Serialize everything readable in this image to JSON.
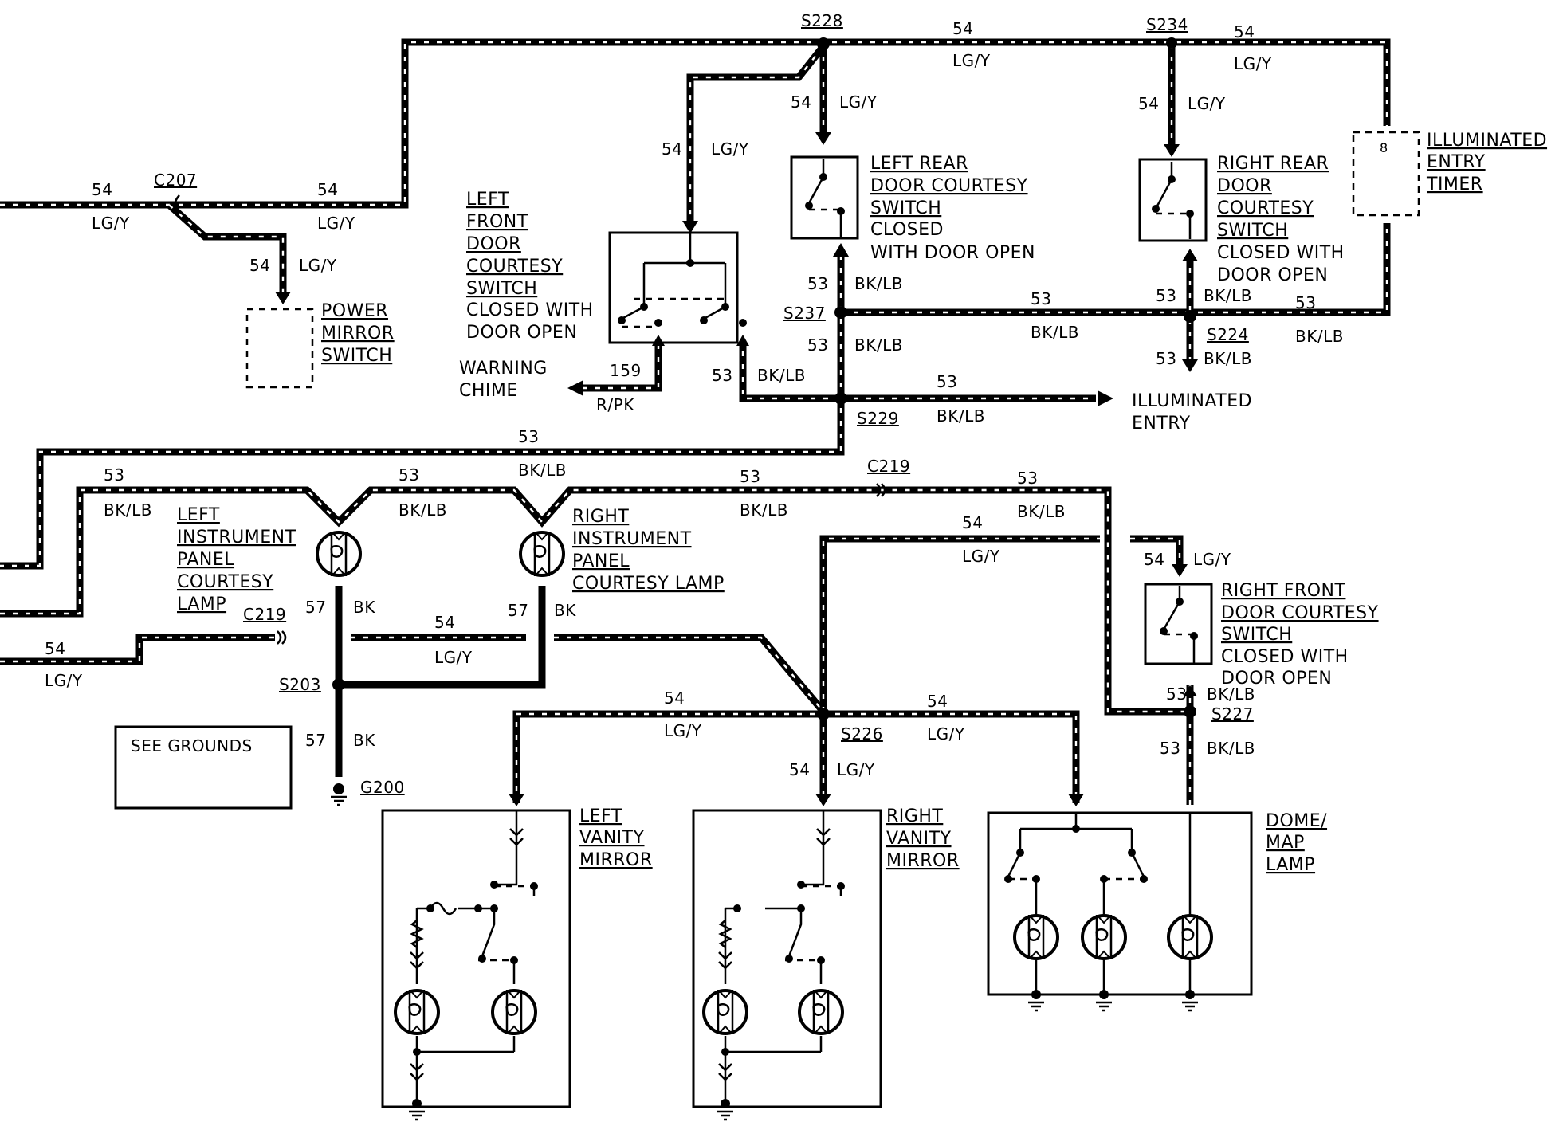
{
  "wires": {
    "c54": "54",
    "c53": "53",
    "c57": "57",
    "c159": "159",
    "lgy": "LG/Y",
    "bklb": "BK/LB",
    "bk": "BK",
    "rpk": "R/PK",
    "pin8": "8"
  },
  "splices": {
    "s228": "S228",
    "s234": "S234",
    "s237": "S237",
    "s224": "S224",
    "s229": "S229",
    "s203": "S203",
    "s226": "S226",
    "s227": "S227",
    "c207": "C207",
    "c219": "C219",
    "g200": "G200"
  },
  "components": {
    "power_mirror": [
      "POWER",
      "MIRROR",
      "SWITCH"
    ],
    "left_front": [
      "LEFT",
      "FRONT",
      "DOOR",
      "COURTESY",
      "SWITCH",
      "CLOSED WITH",
      "DOOR OPEN"
    ],
    "left_rear": [
      "LEFT REAR",
      "DOOR COURTESY",
      "SWITCH",
      "CLOSED",
      "WITH DOOR OPEN"
    ],
    "right_rear": [
      "RIGHT REAR",
      "DOOR",
      "COURTESY",
      "SWITCH",
      "CLOSED WITH",
      "DOOR OPEN"
    ],
    "timer": [
      "ILLUMINATED",
      "ENTRY",
      "TIMER"
    ],
    "warning": [
      "WARNING",
      "CHIME"
    ],
    "illum_entry": [
      "ILLUMINATED",
      "ENTRY"
    ],
    "left_ip": [
      "LEFT",
      "INSTRUMENT",
      "PANEL",
      "COURTESY",
      "LAMP"
    ],
    "right_ip": [
      "RIGHT",
      "INSTRUMENT",
      "PANEL",
      "COURTESY LAMP"
    ],
    "right_front": [
      "RIGHT FRONT",
      "DOOR COURTESY",
      "SWITCH",
      "CLOSED WITH",
      "DOOR OPEN"
    ],
    "see_grounds": "SEE GROUNDS",
    "left_vanity": [
      "LEFT",
      "VANITY",
      "MIRROR"
    ],
    "right_vanity": [
      "RIGHT",
      "VANITY",
      "MIRROR"
    ],
    "dome": [
      "DOME/",
      "MAP",
      "LAMP"
    ]
  }
}
